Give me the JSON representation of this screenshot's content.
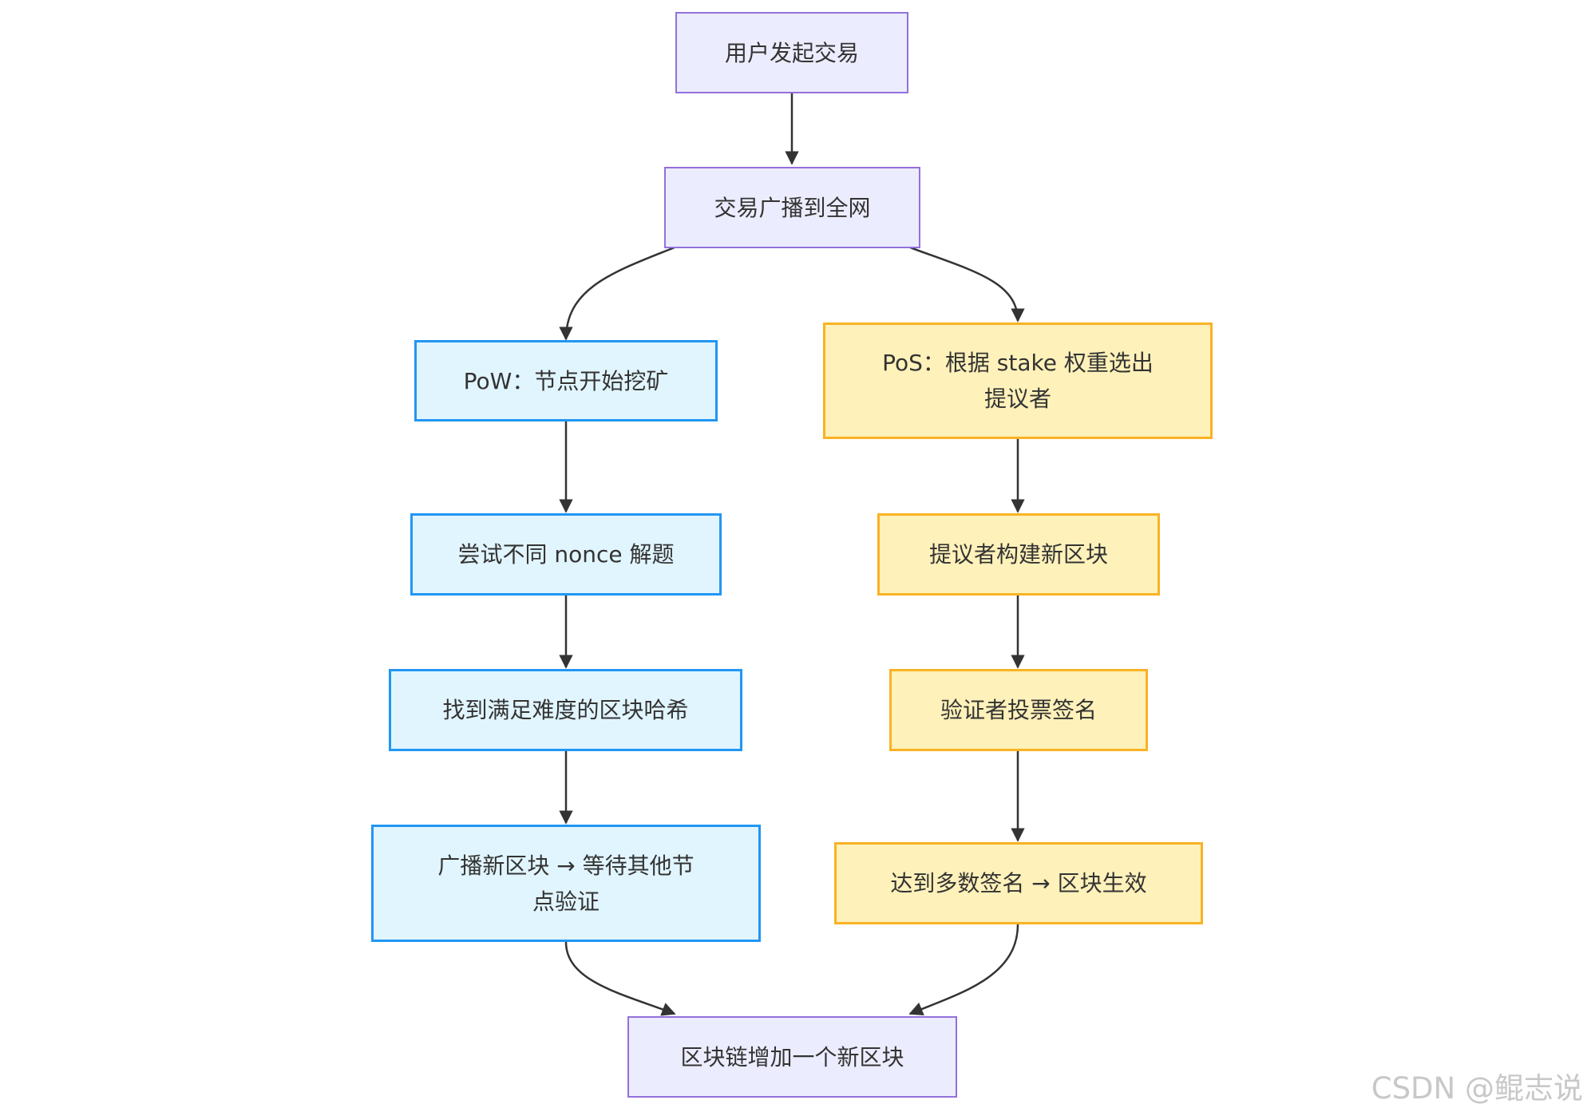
{
  "colors": {
    "start_fill": "#ECECFF",
    "start_border": "#9370DB",
    "pow_fill": "#E1F5FE",
    "pow_border": "#2196F3",
    "pos_fill": "#FFF1BA",
    "pos_border": "#F9B224",
    "edge": "#333333"
  },
  "nodes": {
    "start": "用户发起交易",
    "broadcast": "交易广播到全网",
    "pow": {
      "mine": "PoW：节点开始挖矿",
      "nonce": "尝试不同 nonce 解题",
      "hash": "找到满足难度的区块哈希",
      "announce_line1": "广播新区块 → 等待其他节",
      "announce_line2": "点验证"
    },
    "pos": {
      "select_line1": "PoS：根据 stake 权重选出",
      "select_line2": "提议者",
      "build": "提议者构建新区块",
      "vote": "验证者投票签名",
      "finalize": "达到多数签名 → 区块生效"
    },
    "end": "区块链增加一个新区块"
  },
  "watermark": "CSDN @鲲志说"
}
